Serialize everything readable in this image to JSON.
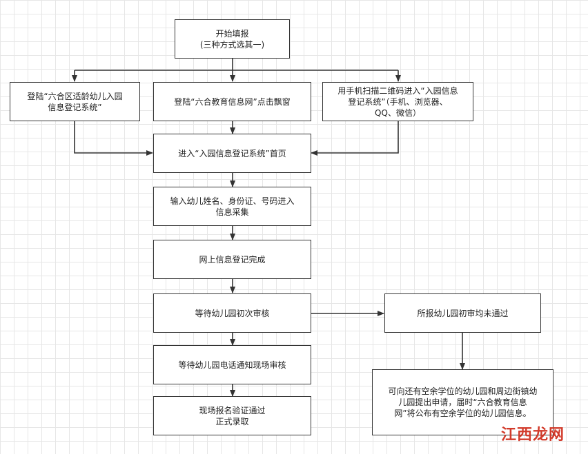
{
  "nodes": {
    "start": "开始填报\n(三种方式选其一)",
    "option_a": "登陆“六合区适龄幼儿入园\n信息登记系统”",
    "option_b": "登陆“六合教育信息网”点击飘窗",
    "option_c": "用手机扫描二维码进入“入园信息\n登记系统”（手机、浏览器、\nQQ、微信）",
    "homepage": "进入“入园信息登记系统”首页",
    "input_info": "输入幼儿姓名、身份证、号码进入\n信息采集",
    "online_done": "网上信息登记完成",
    "first_review": "等待幼儿园初次审核",
    "phone_notice": "等待幼儿园电话通知现场审核",
    "admitted": "现场报名验证通过\n正式录取",
    "rejected": "所报幼儿园初审均未通过",
    "alternative": "可向还有空余学位的幼儿园和周边街镇幼\n儿园提出申请，届时“六合教育信息\n网”将公布有空余学位的幼儿园信息。"
  },
  "watermark": "江西龙网",
  "colors": {
    "line": "#333333",
    "grid": "#e6e6e6",
    "watermark": "#d23b2b"
  }
}
